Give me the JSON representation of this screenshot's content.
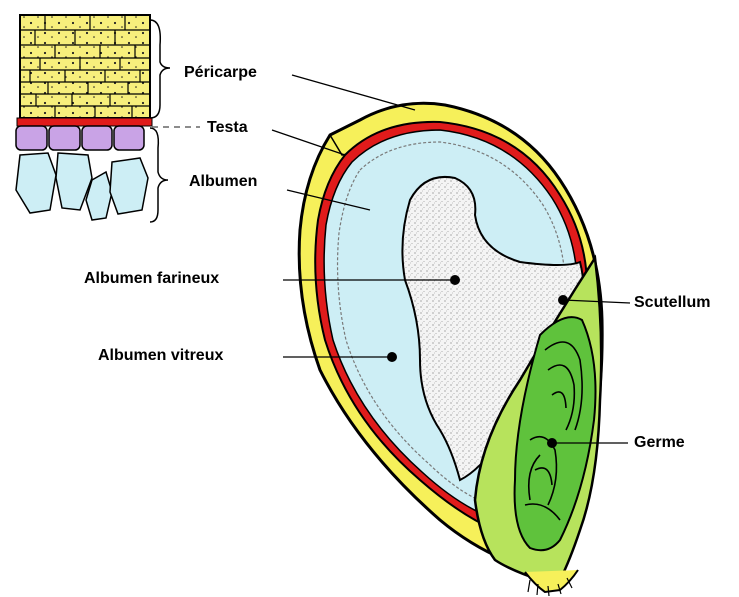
{
  "diagram": {
    "labels": {
      "pericarpe": "Péricarpe",
      "testa": "Testa",
      "albumen": "Albumen",
      "albumen_farineux": "Albumen farineux",
      "albumen_vitreux": "Albumen vitreux",
      "scutellum": "Scutellum",
      "germe": "Germe"
    },
    "colors": {
      "pericarp": "#f6f05a",
      "pericarp_cells": "#f7ef7c",
      "testa": "#e01b1b",
      "aleurone": "#c9a3e6",
      "albumen": "#cdeef5",
      "floury": "#f3f3f3",
      "scutellum": "#b7e35c",
      "germ": "#5fc23c",
      "outline": "#000000"
    }
  }
}
